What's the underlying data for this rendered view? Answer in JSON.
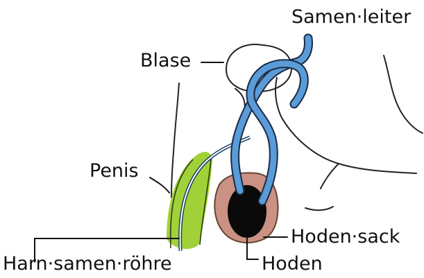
{
  "labels": {
    "samenleiter": "Samen·leiter",
    "blase": "Blase",
    "penis": "Penis",
    "hodensack": "Hoden·sack",
    "hoden": "Hoden",
    "harnsamenroehre": "Harn·samen·röhre"
  },
  "colors": {
    "outline": "#222222",
    "vas_deferens": "#5a9bd8",
    "penis": "#9ccf2e",
    "scrotum": "#c98c7c",
    "testis": "#0a0a0a"
  }
}
